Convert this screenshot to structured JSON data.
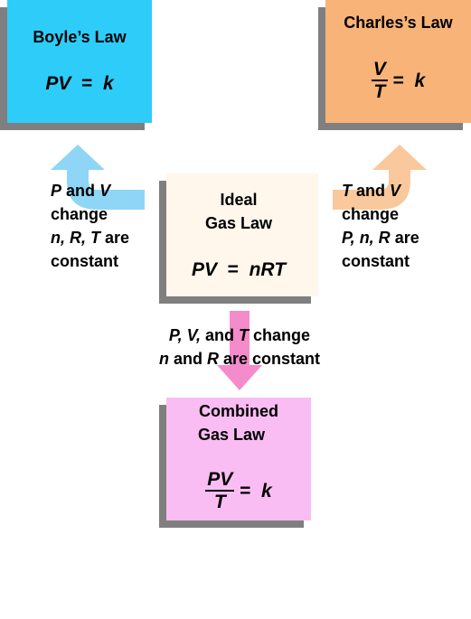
{
  "boyle": {
    "title": "Boyle’s Law",
    "formula_left": "PV",
    "formula_eq": "=",
    "formula_right": "k",
    "color": "#2ecdf9"
  },
  "charles": {
    "title": "Charles’s Law",
    "numerator": "V",
    "denominator": "T",
    "formula_eq": "=",
    "formula_right": "k",
    "color": "#f8b378"
  },
  "ideal": {
    "title_line1": "Ideal",
    "title_line2": "Gas Law",
    "formula_left": "PV",
    "formula_eq": "=",
    "formula_right": "nRT",
    "color": "#fff6ec"
  },
  "combined": {
    "title_line1": "Combined",
    "title_line2": "Gas Law",
    "numerator": "PV",
    "denominator": "T",
    "formula_eq": "=",
    "formula_right": "k",
    "color": "#f9bdf3"
  },
  "left_label": {
    "var1": "P",
    "and": "and",
    "var2": "V",
    "change": "change",
    "constants": "n, R, T",
    "are": "are",
    "constant": "constant"
  },
  "right_label": {
    "var1": "T",
    "and": "and",
    "var2": "V",
    "change": "change",
    "constants": "P, n, R",
    "are": "are",
    "constant": "constant"
  },
  "bottom_label": {
    "vars": "P, V,",
    "and": "and",
    "var3": "T",
    "change": "change",
    "n": "n",
    "and2": "and",
    "r": "R",
    "are_constant": "are constant"
  },
  "colors": {
    "shadow": "#7f7f7f",
    "arrow_left": "#8fd6f6",
    "arrow_right": "#f9c89c",
    "arrow_down": "#f48ccc"
  }
}
